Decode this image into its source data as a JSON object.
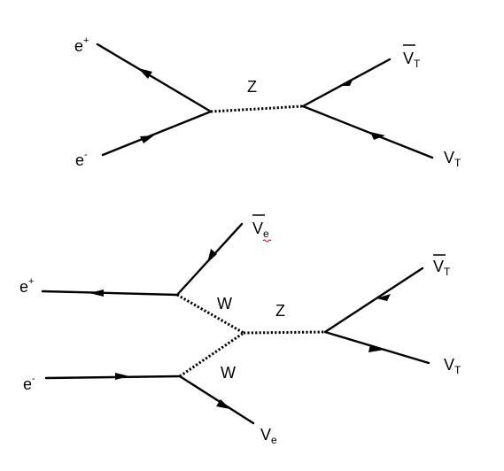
{
  "diagrams": [
    {
      "particles": {
        "eplus": {
          "base": "e",
          "sup": "+"
        },
        "eminus": {
          "base": "e",
          "sup": "-"
        },
        "boson": "Z",
        "nubar": {
          "base": "V",
          "sub": "T"
        },
        "nu": {
          "base": "V",
          "sub": "T"
        }
      }
    },
    {
      "particles": {
        "nubar_e": {
          "base": "V",
          "sub": "e"
        },
        "eplus": {
          "base": "e",
          "sup": "+"
        },
        "w_upper": "W",
        "boson": "Z",
        "nubar_t": {
          "base": "V",
          "sub": "T"
        },
        "eminus": {
          "base": "e",
          "sup": "-"
        },
        "w_lower": "W",
        "nu_t": {
          "base": "V",
          "sub": "T"
        },
        "nu_e": {
          "base": "V",
          "sub": "e"
        }
      }
    }
  ],
  "colors": {
    "ink": "#000000",
    "spellcheck": "#c00000"
  }
}
